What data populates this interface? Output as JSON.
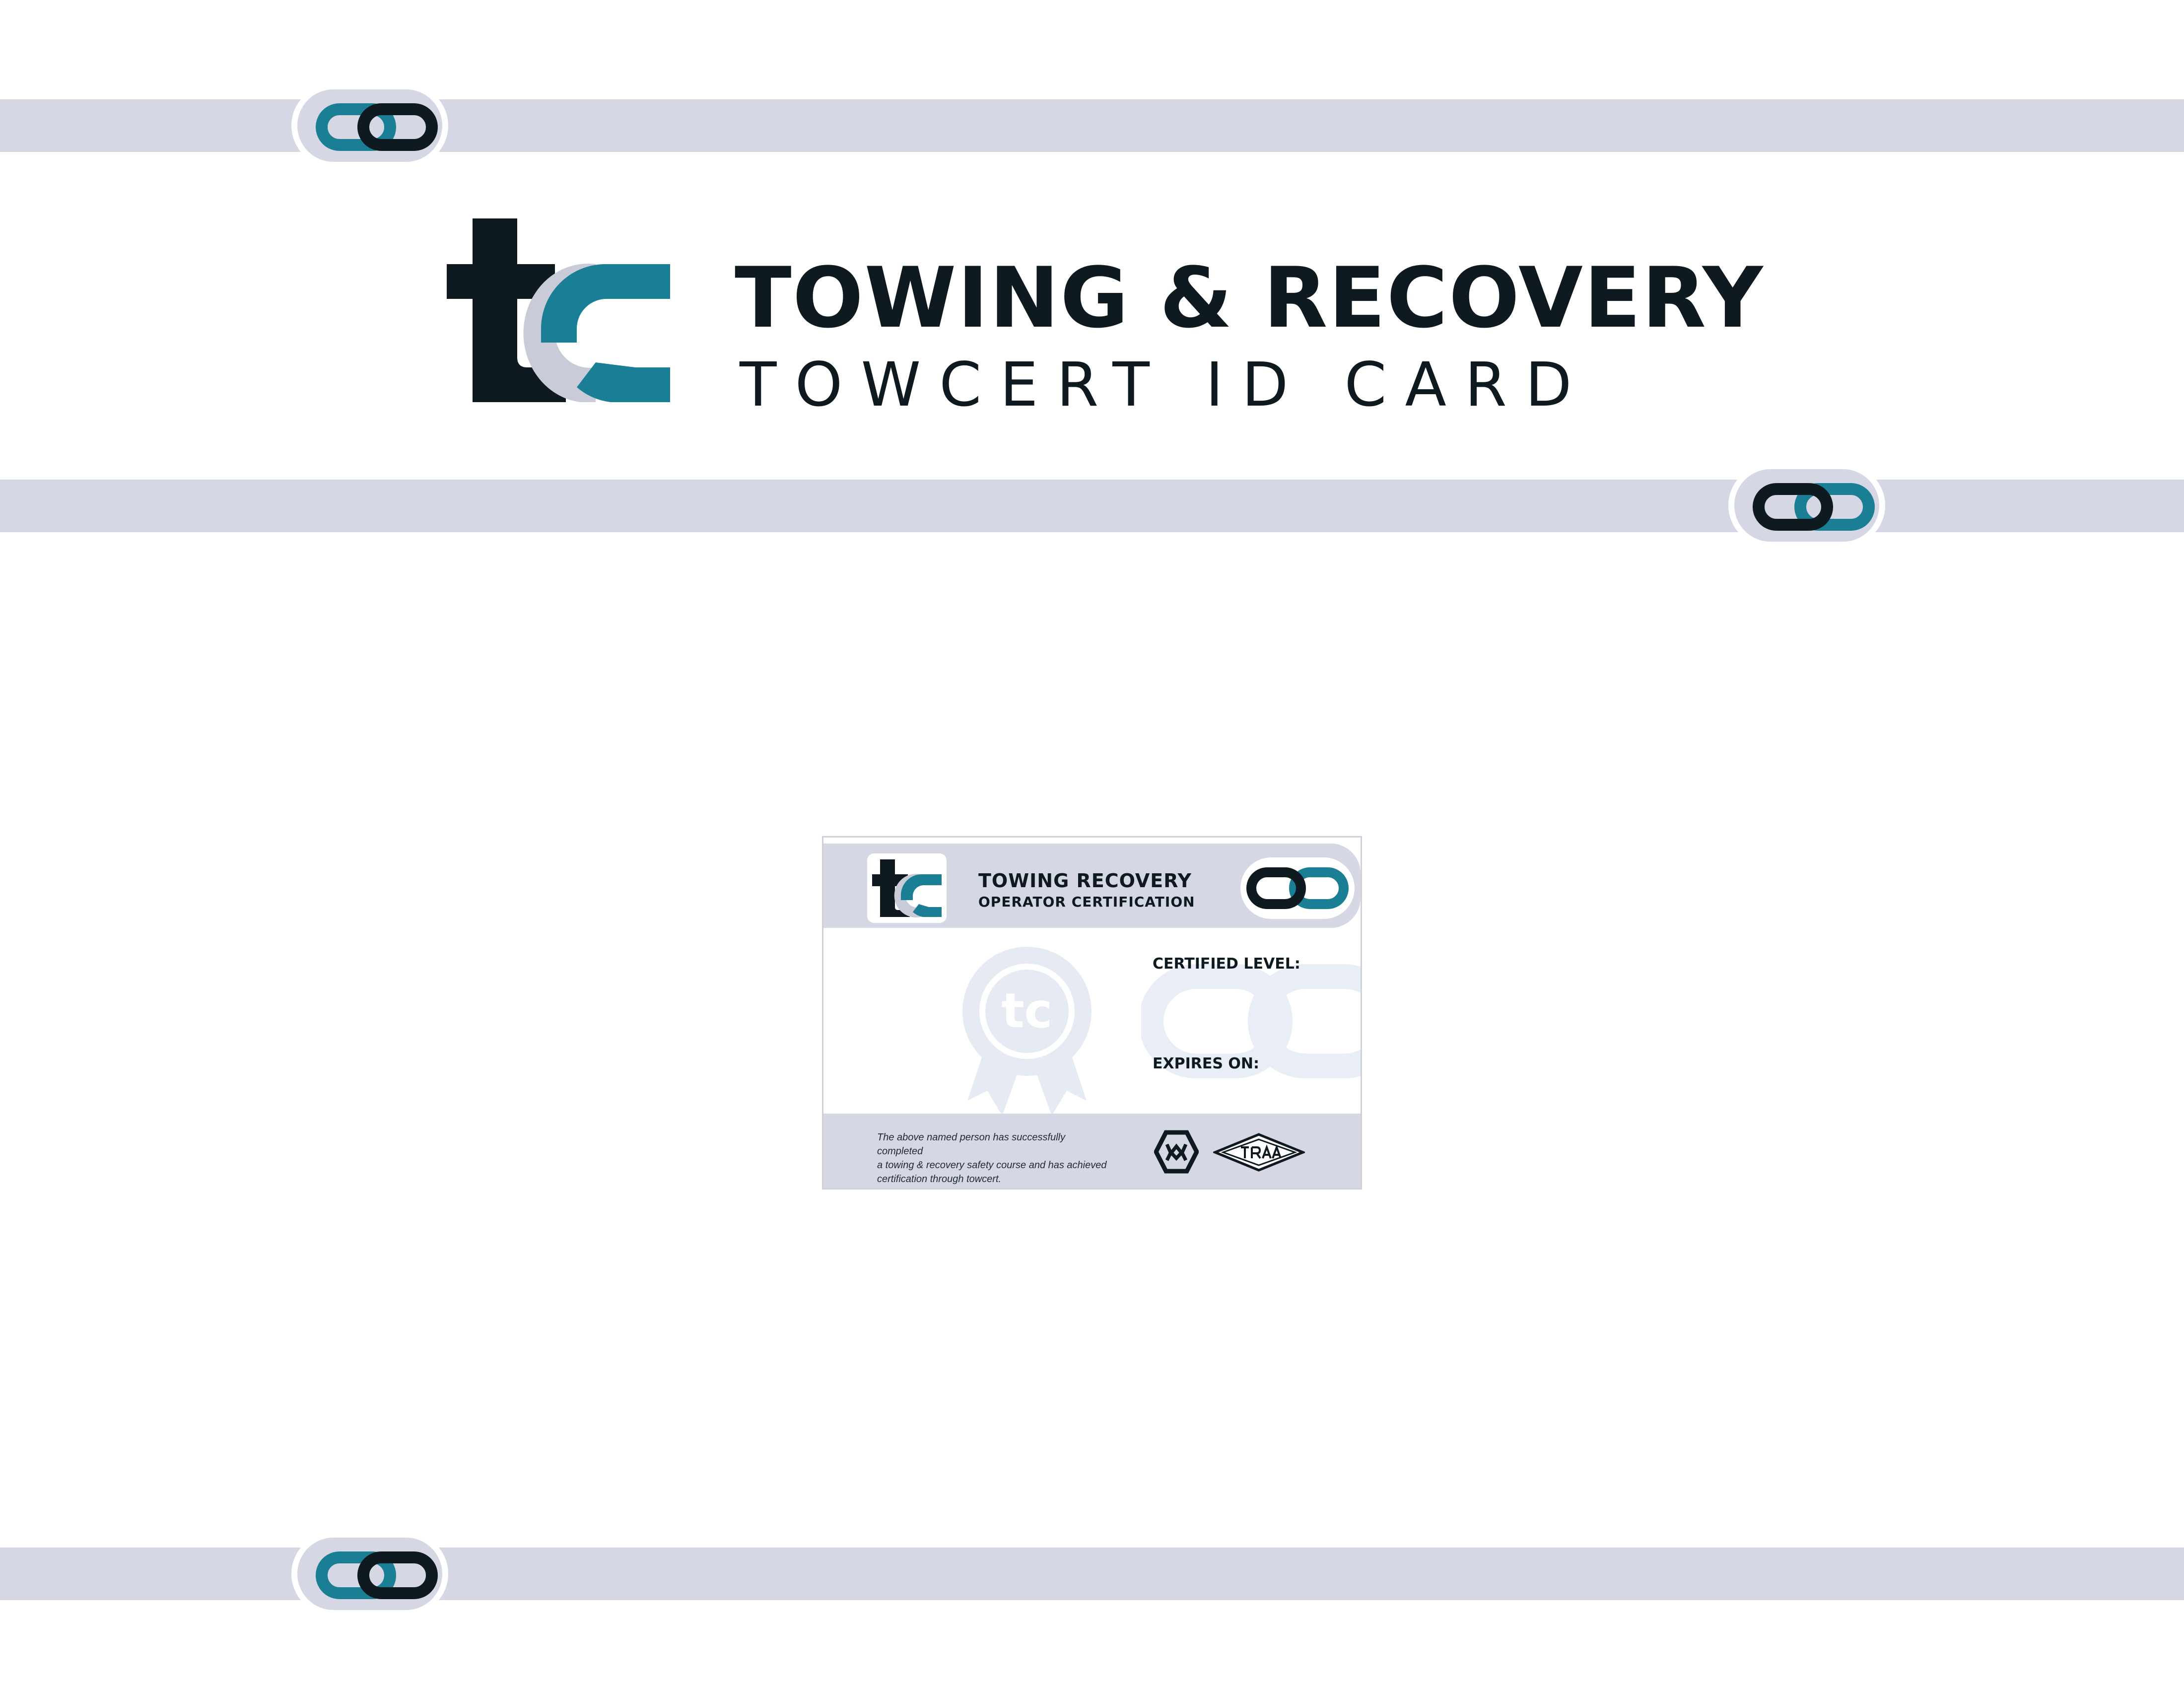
{
  "header": {
    "title": "TOWING & RECOVERY",
    "subtitle": "TOWCERT ID CARD",
    "logo_icon": "tc-logo-icon"
  },
  "card": {
    "title": "TOWING RECOVERY",
    "subtitle": "OPERATOR CERTIFICATION",
    "certified_level_label": "CERTIFIED LEVEL:",
    "expires_on_label": "EXPIRES ON:",
    "note_lines": [
      "The above named person has successfully completed",
      "a towing & recovery safety course and has achieved",
      "certification through towcert."
    ],
    "watermark_icon": "award-ribbon-icon",
    "partner_logos": [
      "wm-hexagon-logo",
      "traa-logo"
    ]
  },
  "decor": {
    "chain_icon": "chain-link-icon"
  },
  "colors": {
    "navy": "#0e1a1f",
    "teal": "#1a7f94",
    "band_gray": "#d5d8e4",
    "light_gray": "#c9ccd8"
  }
}
